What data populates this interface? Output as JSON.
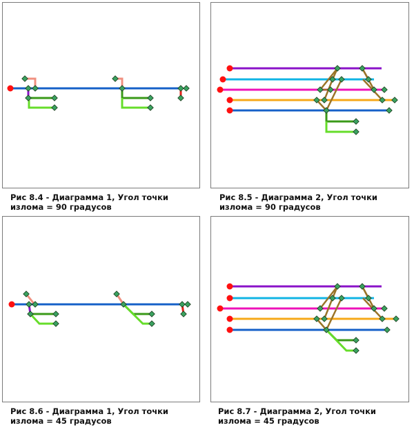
{
  "figures": [
    {
      "id": "fig-8-4",
      "caption_line1": "Рис 8.4 - Диаграмма 1, Угол точки",
      "caption_line2": "излома = 90 градусов"
    },
    {
      "id": "fig-8-5",
      "caption_line1": "Рис 8.5 - Диаграмма 2, Угол точки",
      "caption_line2": "излома = 90 градусов"
    },
    {
      "id": "fig-8-6",
      "caption_line1": "Рис 8.6 - Диаграмма 1, Угол точки",
      "caption_line2": "излома = 45 градусов"
    },
    {
      "id": "fig-8-7",
      "caption_line1": "Рис 8.7 - Диаграмма 2, Угол точки",
      "caption_line2": "излома = 45 градусов"
    }
  ],
  "colors": {
    "blue": "#1560c8",
    "purple": "#8a12c8",
    "cyan": "#10b4e4",
    "magenta": "#ee12b8",
    "orange": "#f6a818",
    "dark_green": "#3a9a18",
    "light_green": "#66dd2a",
    "brown": "#9a7428",
    "pink": "#f09080",
    "red": "#e42218",
    "source_node": "#ff1010",
    "junction_node": "#3aa260"
  }
}
